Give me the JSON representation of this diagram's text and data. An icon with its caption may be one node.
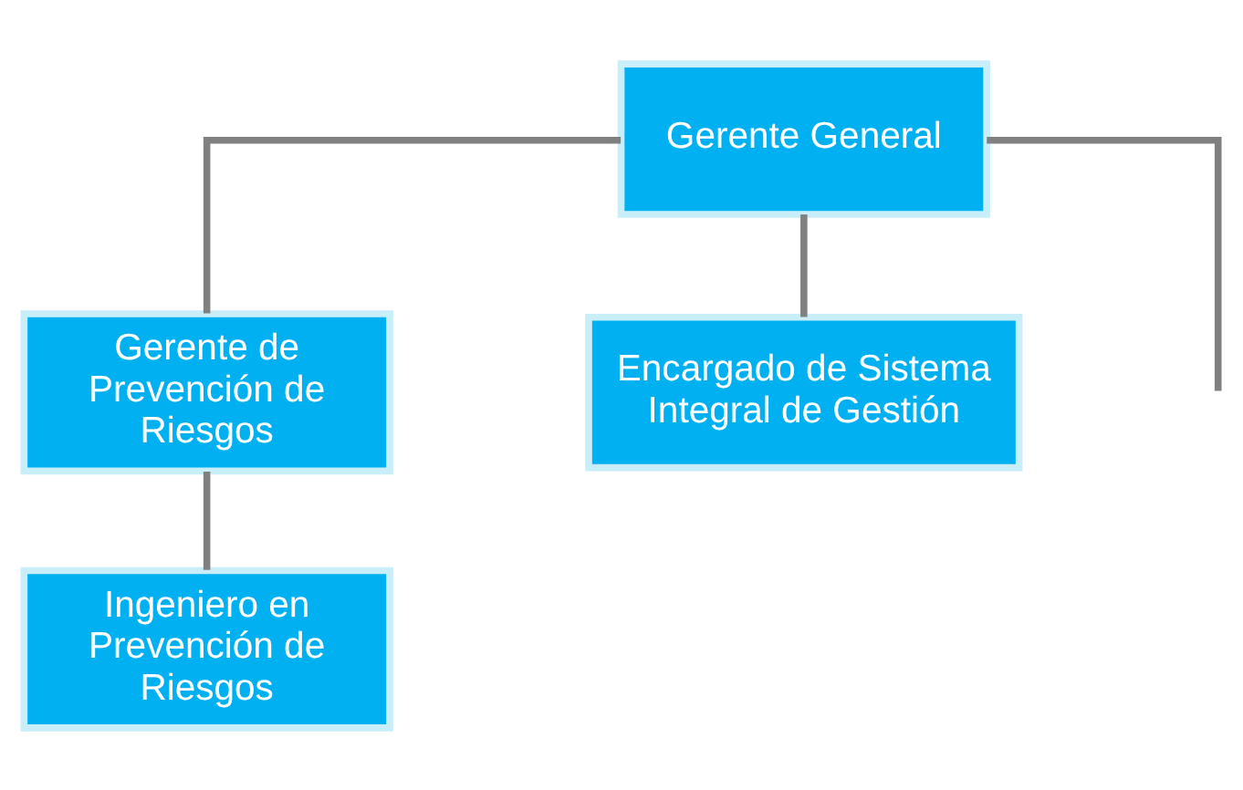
{
  "diagram": {
    "nodes": [
      {
        "text": [
          "Gerente General"
        ]
      },
      {
        "text": [
          "Gerente de Prevención de Riesgos"
        ]
      },
      {
        "text": [
          "Ingeniero en Prevención de Riesgos"
        ]
      },
      {
        "text": [
          "Encargado de Sistema Integral de Gestión"
        ]
      }
    ],
    "edges": [
      {
        "from": 0,
        "to": 1,
        "arrow": "none"
      },
      {
        "from": 1,
        "to": 2,
        "arrow": "none"
      },
      {
        "from": 0,
        "to": 3,
        "arrow": "none"
      },
      {
        "from": 0,
        "to": null,
        "arrow": "none"
      }
    ]
  }
}
